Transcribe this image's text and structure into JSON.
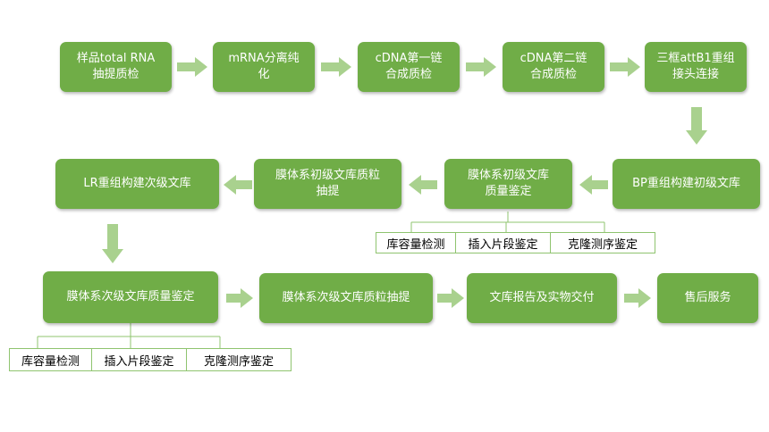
{
  "colors": {
    "node_fill": "#70ad47",
    "arrow_fill": "#a9d18e",
    "sub_border": "#8fc46f"
  },
  "row1": [
    "样品total RNA\n抽提质检",
    "mRNA分离纯\n化",
    "cDNA第一链\n合成质检",
    "cDNA第二链\n合成质检",
    "三框attB1重组\n接头连接"
  ],
  "row2": [
    "BP重组构建初级文库",
    "膜体系初级文库\n质量鉴定",
    "膜体系初级文库质粒\n抽提",
    "LR重组构建次级文库"
  ],
  "row3": [
    "膜体系次级文库质量鉴定",
    "膜体系次级文库质粒抽提",
    "文库报告及实物交付",
    "售后服务"
  ],
  "qc_primary": [
    "库容量检测",
    "插入片段鉴定",
    "克隆测序鉴定"
  ],
  "qc_secondary": [
    "库容量检测",
    "插入片段鉴定",
    "克隆测序鉴定"
  ]
}
